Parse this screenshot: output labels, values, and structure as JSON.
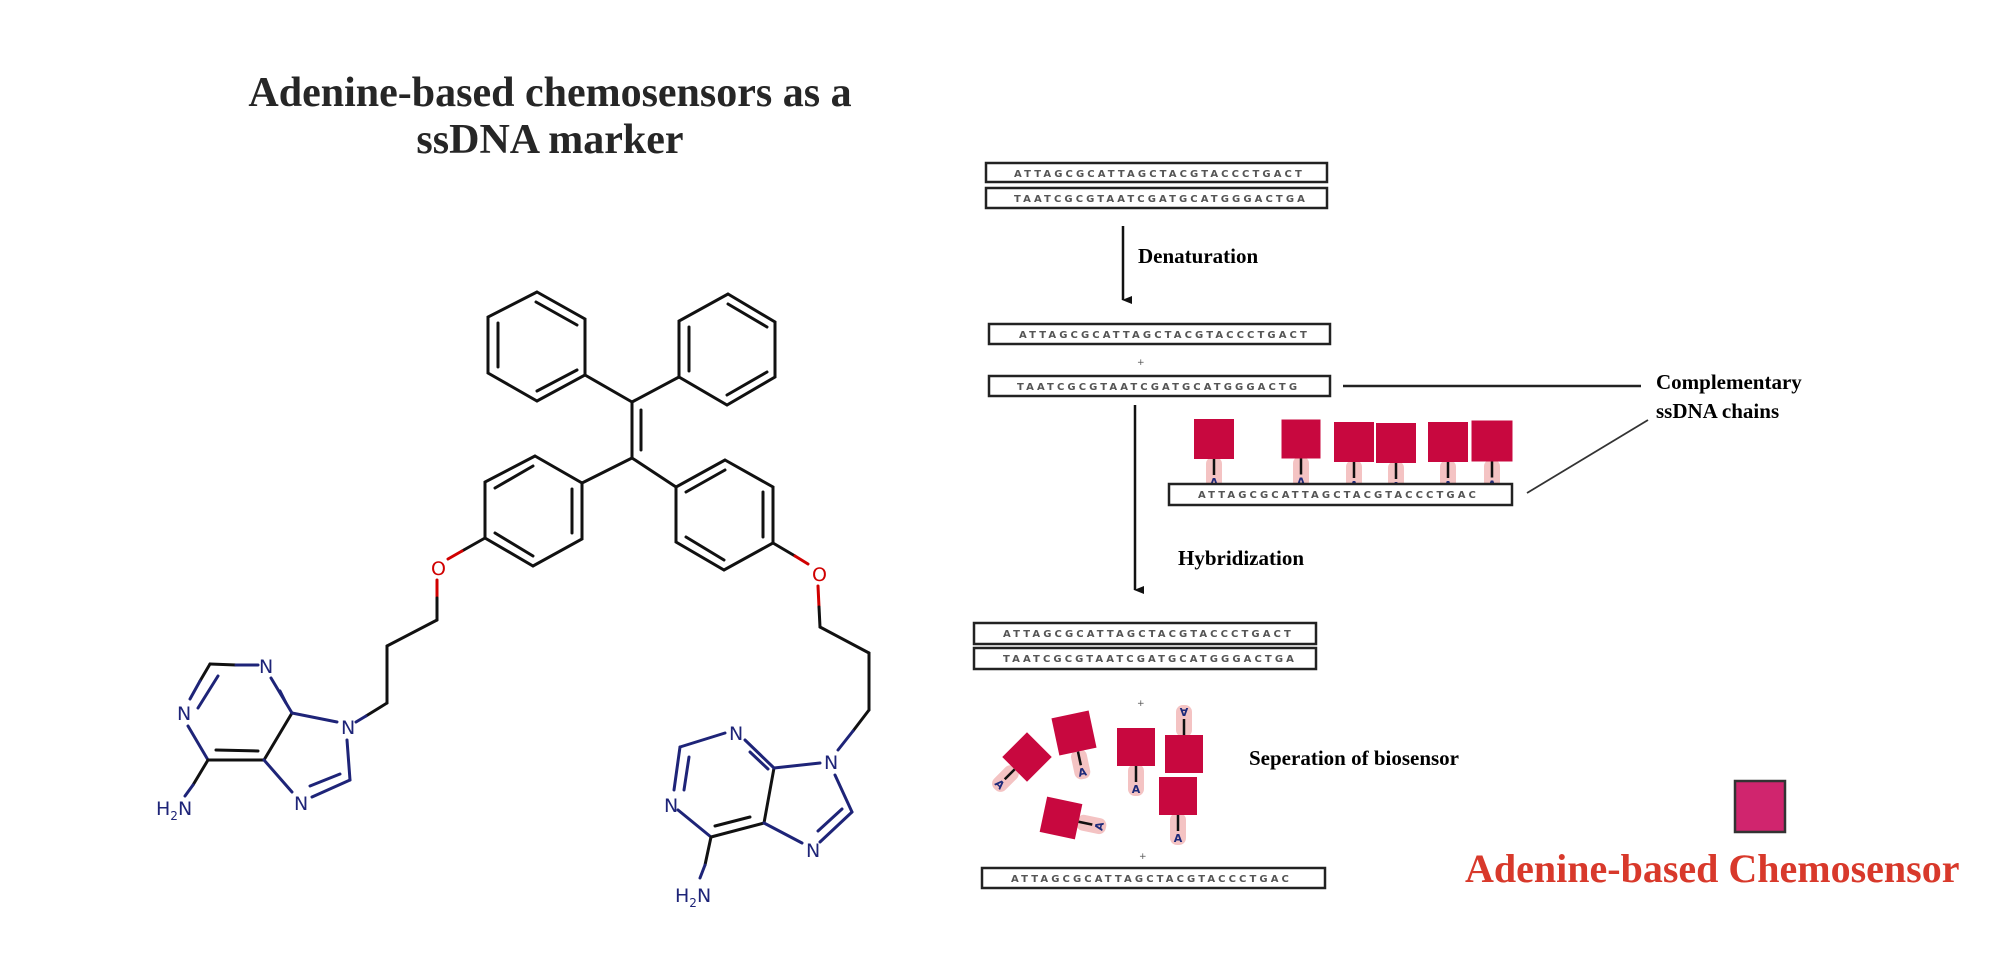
{
  "title": {
    "line1": "Adenine-based chemosensors as a",
    "line2": "ssDNA marker"
  },
  "molecule": {
    "atoms": {
      "oxygen": "O",
      "nitrogen": "N",
      "amine_h": "H",
      "amine_sub": "2",
      "amine_n": "N"
    },
    "colors": {
      "bond": "#111111",
      "oxygen": "#d00000",
      "nitrogen": "#1e2478"
    }
  },
  "dna": {
    "strand_top": "ATTAGCGCATTAGCTACGTACCCTGACT",
    "strand_bottom": "TAATCGCGTAATCGATGCATGGGACTGA",
    "strand_bottom_denatured": "TAATCGCGTAATCGATGCATGGGACTG",
    "strand_probe": "ATTAGCGCATTAGCTACGTACCCTGAC",
    "plus": "+",
    "adenine_letter": "A"
  },
  "steps": {
    "denaturation": "Denaturation",
    "hybridization": "Hybridization",
    "separation": "Seperation of biosensor"
  },
  "callout": {
    "line1": "Complementary",
    "line2": "ssDNA chains"
  },
  "legend": {
    "label": "Adenine-based Chemosensor",
    "swatch_color": "#d0256e",
    "label_color": "#d8392b"
  },
  "colors": {
    "sensor": "#c8083f",
    "sensor_halo": "#f4c3c3"
  }
}
